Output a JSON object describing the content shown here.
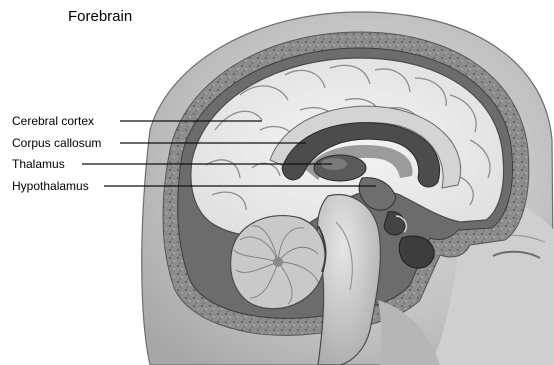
{
  "figure": {
    "title": "Forebrain",
    "labels": [
      "Cerebral cortex",
      "Corpus callosum",
      "Thalamus",
      "Hypothalamus"
    ]
  }
}
